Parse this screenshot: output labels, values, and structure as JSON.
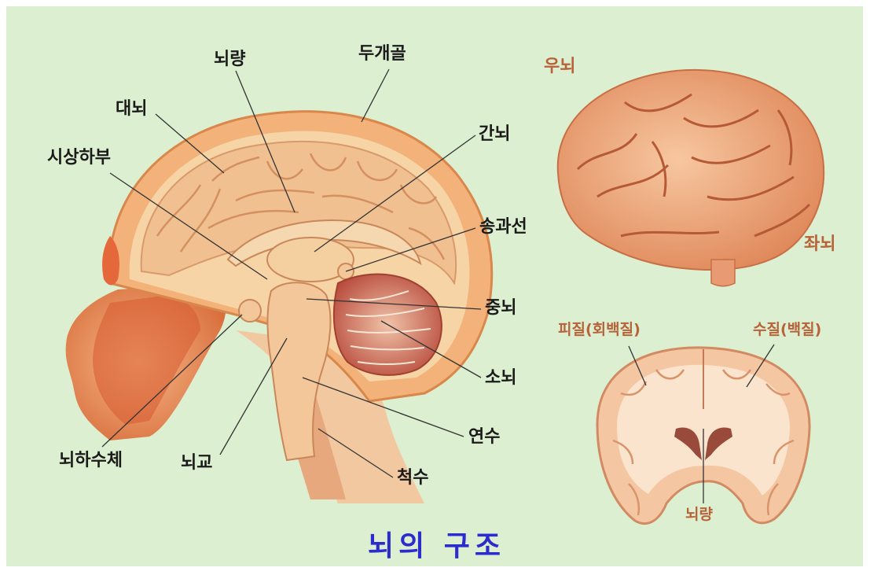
{
  "title": "뇌의 구조",
  "colors": {
    "background": "#dcefd0",
    "title": "#2b2bcf",
    "label_dark": "#1a1a1a",
    "label_brown": "#b8623a",
    "brain_tissue": "#f0c596",
    "skin": "#e8935f"
  },
  "sagittal_labels": {
    "daenoe": "대뇌",
    "noeryang": "뇌량",
    "dugaegol": "두개골",
    "sisanghabu": "시상하부",
    "gannoe": "간뇌",
    "songgwaseon": "송과선",
    "jungnoe": "중뇌",
    "sonoe": "소뇌",
    "yeonsu": "연수",
    "cheoksu": "척수",
    "noehasuche": "뇌하수체",
    "noegyo": "뇌교"
  },
  "external_labels": {
    "unoe": "우뇌",
    "jwanoe": "좌뇌"
  },
  "coronal_labels": {
    "pijil": "피질(회백질)",
    "sujil": "수질(백질)",
    "noeryang": "뇌량"
  }
}
